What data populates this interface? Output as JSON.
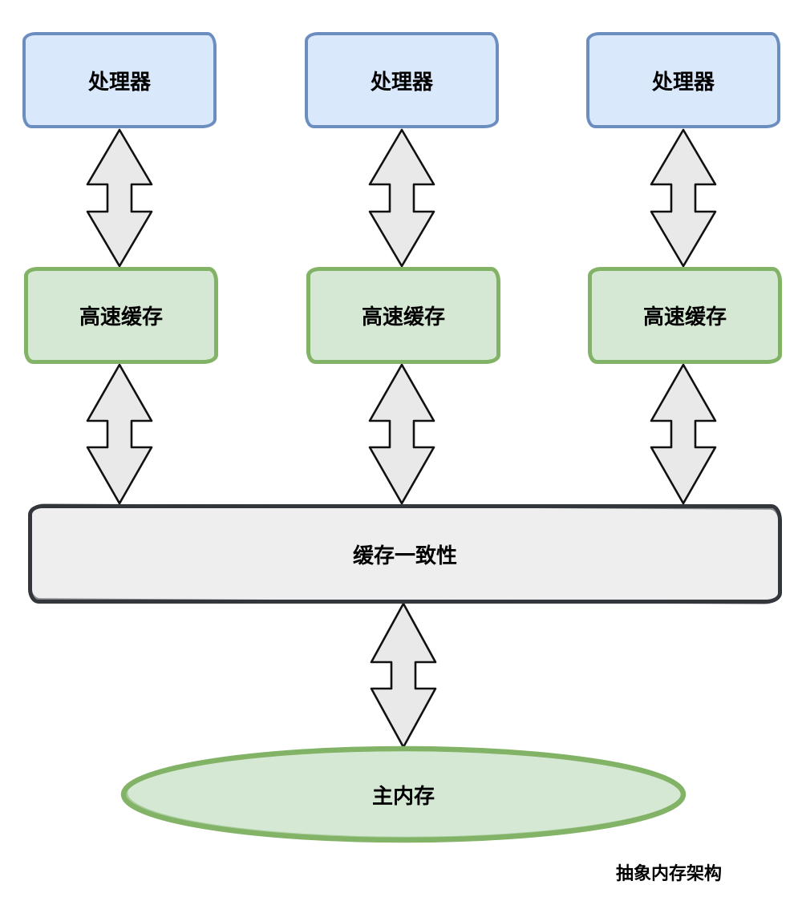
{
  "caption": "抽象内存架构",
  "nodes": {
    "processors": [
      "处理器",
      "处理器",
      "处理器"
    ],
    "caches": [
      "高速缓存",
      "高速缓存",
      "高速缓存"
    ],
    "coherence": "缓存一致性",
    "memory": "主内存"
  },
  "icons": {
    "double_arrow": "double-headed-vertical-arrow"
  },
  "colors": {
    "processor_fill": "#dae8fc",
    "processor_border": "#6c8ebf",
    "cache_fill": "#d5e8d4",
    "cache_border": "#82b366",
    "coherence_fill": "#eeeeee",
    "coherence_border": "#33373c",
    "memory_fill": "#d5e8d4",
    "memory_border": "#82b366",
    "arrow_fill": "#e9e9e9",
    "arrow_border": "#111111",
    "text": "#000000",
    "background": "#ffffff"
  }
}
